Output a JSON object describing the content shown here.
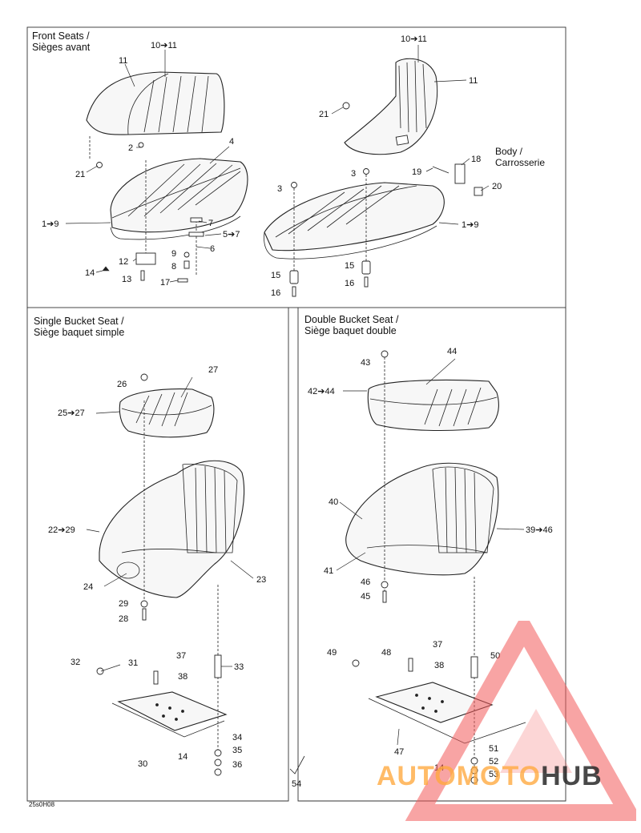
{
  "sections": {
    "front": "Front Seats /\nSièges avant",
    "single": "Single Bucket Seat /\nSiège baquet simple",
    "double": "Double Bucket Seat /\nSiège baquet double",
    "body": "Body /\nCarrosserie"
  },
  "figure_code": "25s0H08",
  "watermark": {
    "part1": "AUTOMOTO",
    "part2": "HUB",
    "color": "#f28a2e"
  },
  "callouts": {
    "c_10_11_a": "10➔11",
    "c_11_a": "11",
    "c_4": "4",
    "c_2_a": "2",
    "c_21_a": "21",
    "c_1_9_a": "1➔9",
    "c_7": "7",
    "c_5_7": "5➔7",
    "c_9": "9",
    "c_6": "6",
    "c_8": "8",
    "c_12": "12",
    "c_14_a": "14",
    "c_13": "13",
    "c_17": "17",
    "c_10_11_b": "10➔11",
    "c_11_b": "11",
    "c_21_b": "21",
    "c_18": "18",
    "c_19": "19",
    "c_20": "20",
    "c_3_a": "3",
    "c_3_b": "3",
    "c_1_9_b": "1➔9",
    "c_15_a": "15",
    "c_15_b": "15",
    "c_16_a": "16",
    "c_16_b": "16",
    "c_26": "26",
    "c_27": "27",
    "c_25_27": "25➔27",
    "c_22_29": "22➔29",
    "c_24": "24",
    "c_23": "23",
    "c_29": "29",
    "c_28": "28",
    "c_32": "32",
    "c_31": "31",
    "c_37_a": "37",
    "c_38_a": "38",
    "c_33": "33",
    "c_34": "34",
    "c_35": "35",
    "c_14_b": "14",
    "c_36": "36",
    "c_30": "30",
    "c_43": "43",
    "c_44": "44",
    "c_42_44": "42➔44",
    "c_40": "40",
    "c_39_46": "39➔46",
    "c_41": "41",
    "c_46": "46",
    "c_45": "45",
    "c_49": "49",
    "c_48": "48",
    "c_37_b": "37",
    "c_38_b": "38",
    "c_50": "50",
    "c_47": "47",
    "c_51": "51",
    "c_52": "52",
    "c_14_c": "14",
    "c_53": "53",
    "c_54": "54"
  }
}
